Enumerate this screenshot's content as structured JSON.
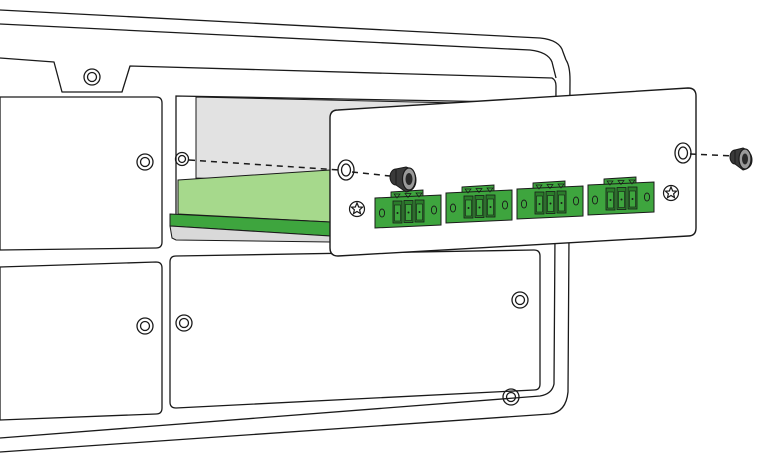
{
  "title": "",
  "colors": {
    "line": "#1a1a1a",
    "background": "#ffffff",
    "pcb_green": "#a6d98c",
    "pcb_edge": "#8fc47a",
    "terminal_green": "#3ea53e",
    "terminal_dark": "#2a7d2a",
    "card_grey": "#e2e2e2",
    "screw_dark": "#3a3a3a",
    "screw_highlight": "#c8c8c8"
  },
  "parts": {
    "chassis": "chassis-frame",
    "faceplate": "io-card-faceplate",
    "terminal_blocks": [
      "terminal-block-1",
      "terminal-block-2",
      "terminal-block-3",
      "terminal-block-4"
    ],
    "screws": [
      "left-screw",
      "right-screw"
    ],
    "blank_panels": [
      "upper-left-panel",
      "lower-left-panel",
      "lower-center-panel"
    ]
  },
  "icons": {
    "mount_hole": "circle-ring-icon",
    "screw": "screw-icon",
    "star": "star-screw-icon"
  }
}
